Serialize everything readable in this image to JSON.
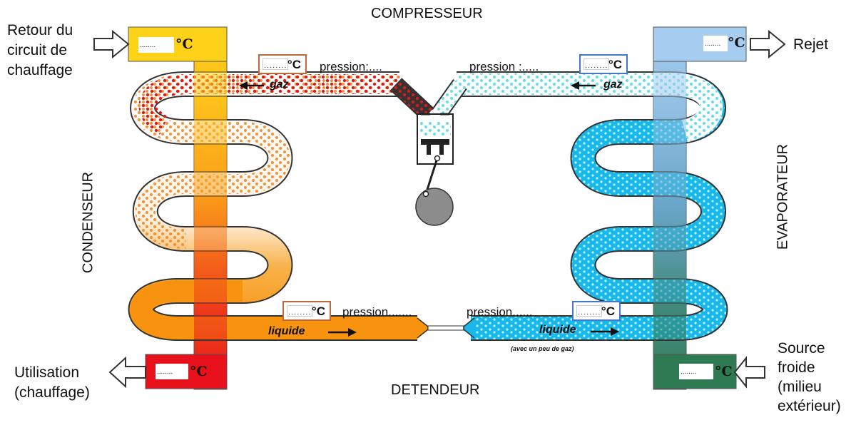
{
  "labels": {
    "compresseur": "COMPRESSEUR",
    "detendeur": "DETENDEUR",
    "condenseur": "CONDENSEUR",
    "evaporateur": "EVAPORATEUR",
    "retour_line1": "Retour du",
    "retour_line2": "circuit de",
    "retour_line3": "chauffage",
    "rejet": "Rejet",
    "utilisation_line1": "Utilisation",
    "utilisation_line2": "(chauffage)",
    "source_line1": "Source",
    "source_line2": "froide",
    "source_line3": "(milieu",
    "source_line4": "extérieur)"
  },
  "flow": {
    "gaz_left": "gaz",
    "gaz_right": "gaz",
    "liquide_left": "liquide",
    "liquide_right": "liquide",
    "liquide_note": "(avec un peu de gaz)"
  },
  "pressure": {
    "top_left": "pression:....",
    "top_right": "pression :.....",
    "bottom_left": "pression.......",
    "bottom_right": "pression......"
  },
  "temperature": {
    "unit": "°C",
    "placeholder": "........"
  },
  "colors": {
    "hot_top": "#ffd21a",
    "hot_bottom": "#e8101a",
    "orange_liquid": "#f8930f",
    "red_gas": "#dd1a1a",
    "cold_top": "#a6cdf0",
    "cold_bottom": "#2e7a52",
    "cyan_liquid": "#19b8ea",
    "cyan_gas": "#5fe0e8",
    "box_orange": "#c0683a",
    "box_blue": "#4477cc"
  }
}
